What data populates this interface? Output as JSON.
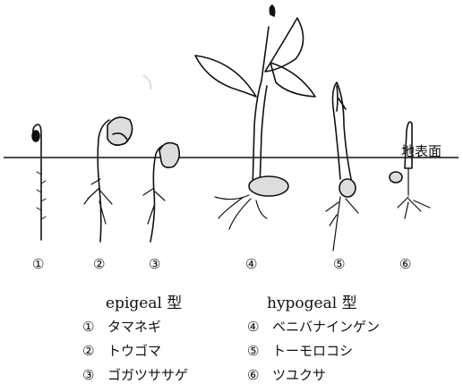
{
  "ground_label": "地表面",
  "plant_numbers": [
    "①",
    "②",
    "③",
    "④",
    "⑤",
    "⑥"
  ],
  "epigeal": {
    "title": "epigeal 型",
    "items": [
      {
        "num": "①",
        "name": "タマネギ"
      },
      {
        "num": "②",
        "name": "トウゴマ"
      },
      {
        "num": "③",
        "name": "ゴガツササゲ"
      }
    ]
  },
  "hypogeal": {
    "title": "hypogeal 型",
    "items": [
      {
        "num": "④",
        "name": "ベニバナインゲン"
      },
      {
        "num": "⑤",
        "name": "トーモロコシ"
      },
      {
        "num": "⑥",
        "name": "ツユクサ"
      }
    ]
  }
}
